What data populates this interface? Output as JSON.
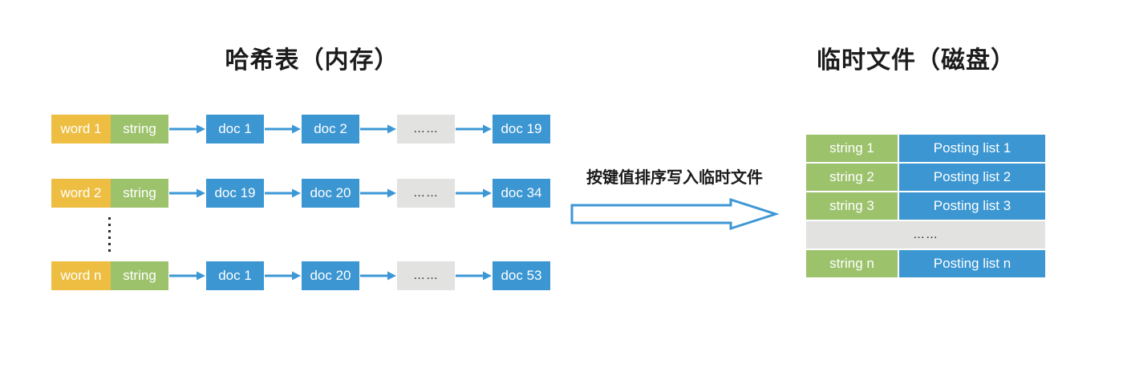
{
  "ellipsis": "……",
  "memory": {
    "title": "哈希表（内存）",
    "rows": [
      {
        "word": "word 1",
        "type": "string",
        "docs": [
          "doc 1",
          "doc 2",
          "doc 19"
        ]
      },
      {
        "word": "word 2",
        "type": "string",
        "docs": [
          "doc 19",
          "doc 20",
          "doc 34"
        ]
      },
      {
        "word": "word n",
        "type": "string",
        "docs": [
          "doc 1",
          "doc 20",
          "doc 53"
        ]
      }
    ]
  },
  "transfer": {
    "label": "按键值排序写入临时文件"
  },
  "disk": {
    "title": "临时文件（磁盘）",
    "rows": [
      {
        "key": "string 1",
        "value": "Posting list 1"
      },
      {
        "key": "string 2",
        "value": "Posting list 2"
      },
      {
        "key": "string 3",
        "value": "Posting list 3"
      },
      {
        "key": "string n",
        "value": "Posting list n"
      }
    ]
  },
  "colors": {
    "key_yellow": "#EDBE41",
    "string_green": "#9CC26C",
    "doc_blue": "#3B96D2",
    "ellipsis_gray": "#E2E2E0",
    "arrow_blue": "#3D97D5"
  }
}
